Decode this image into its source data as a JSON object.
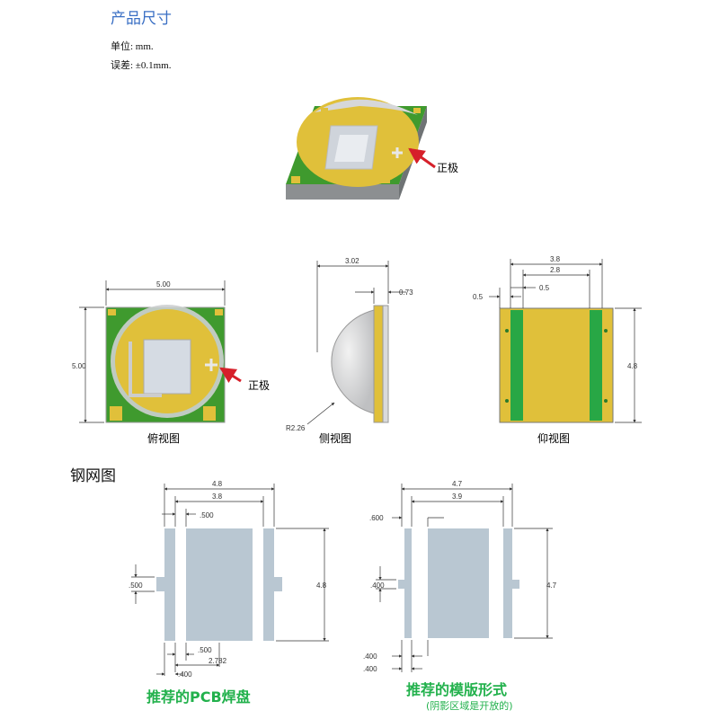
{
  "header": {
    "title": "产品尺寸",
    "unit": "单位: mm.",
    "tolerance": "误差: ±0.1mm."
  },
  "colors": {
    "pcb_green": "#3f9a2e",
    "pad_gold": "#e0c03a",
    "lens_gray": "#cfd0d2",
    "stencil_blue": "#b9c7d2",
    "caption_green": "#22b14c",
    "arrow_red": "#d6202a"
  },
  "labels": {
    "positive_top": "正极",
    "positive_plan": "正极",
    "view_top": "俯视图",
    "view_side": "侧视图",
    "view_bottom": "仰视图",
    "stencil_section": "钢网图",
    "pcb_caption": "推荐的PCB焊盘",
    "stencil_caption": "推荐的模版形式",
    "stencil_note": "(阴影区域是开放的)"
  },
  "dims": {
    "top_w": "5.00",
    "top_h": "5.00",
    "side_total": "3.02",
    "side_board": "0.73",
    "side_radius": "R2.26",
    "bot_outer": "3.8",
    "bot_mid": "2.8",
    "bot_left": "0.5",
    "bot_inner": "0.5",
    "bot_h": "4.8",
    "pcb_w": "4.8",
    "pcb_inner": "3.8",
    "pcb_gap": ".500",
    "pcb_tab": ".500",
    "pcb_h": "4.8",
    "pcb_gap2": ".500",
    "pcb_center": "2.782",
    "pcb_edge": ".400",
    "st_w": "4.7",
    "st_inner": "3.9",
    "st_top": ".600",
    "st_tab": ".400",
    "st_h": "4.7",
    "st_b1": ".400",
    "st_b2": ".400"
  }
}
